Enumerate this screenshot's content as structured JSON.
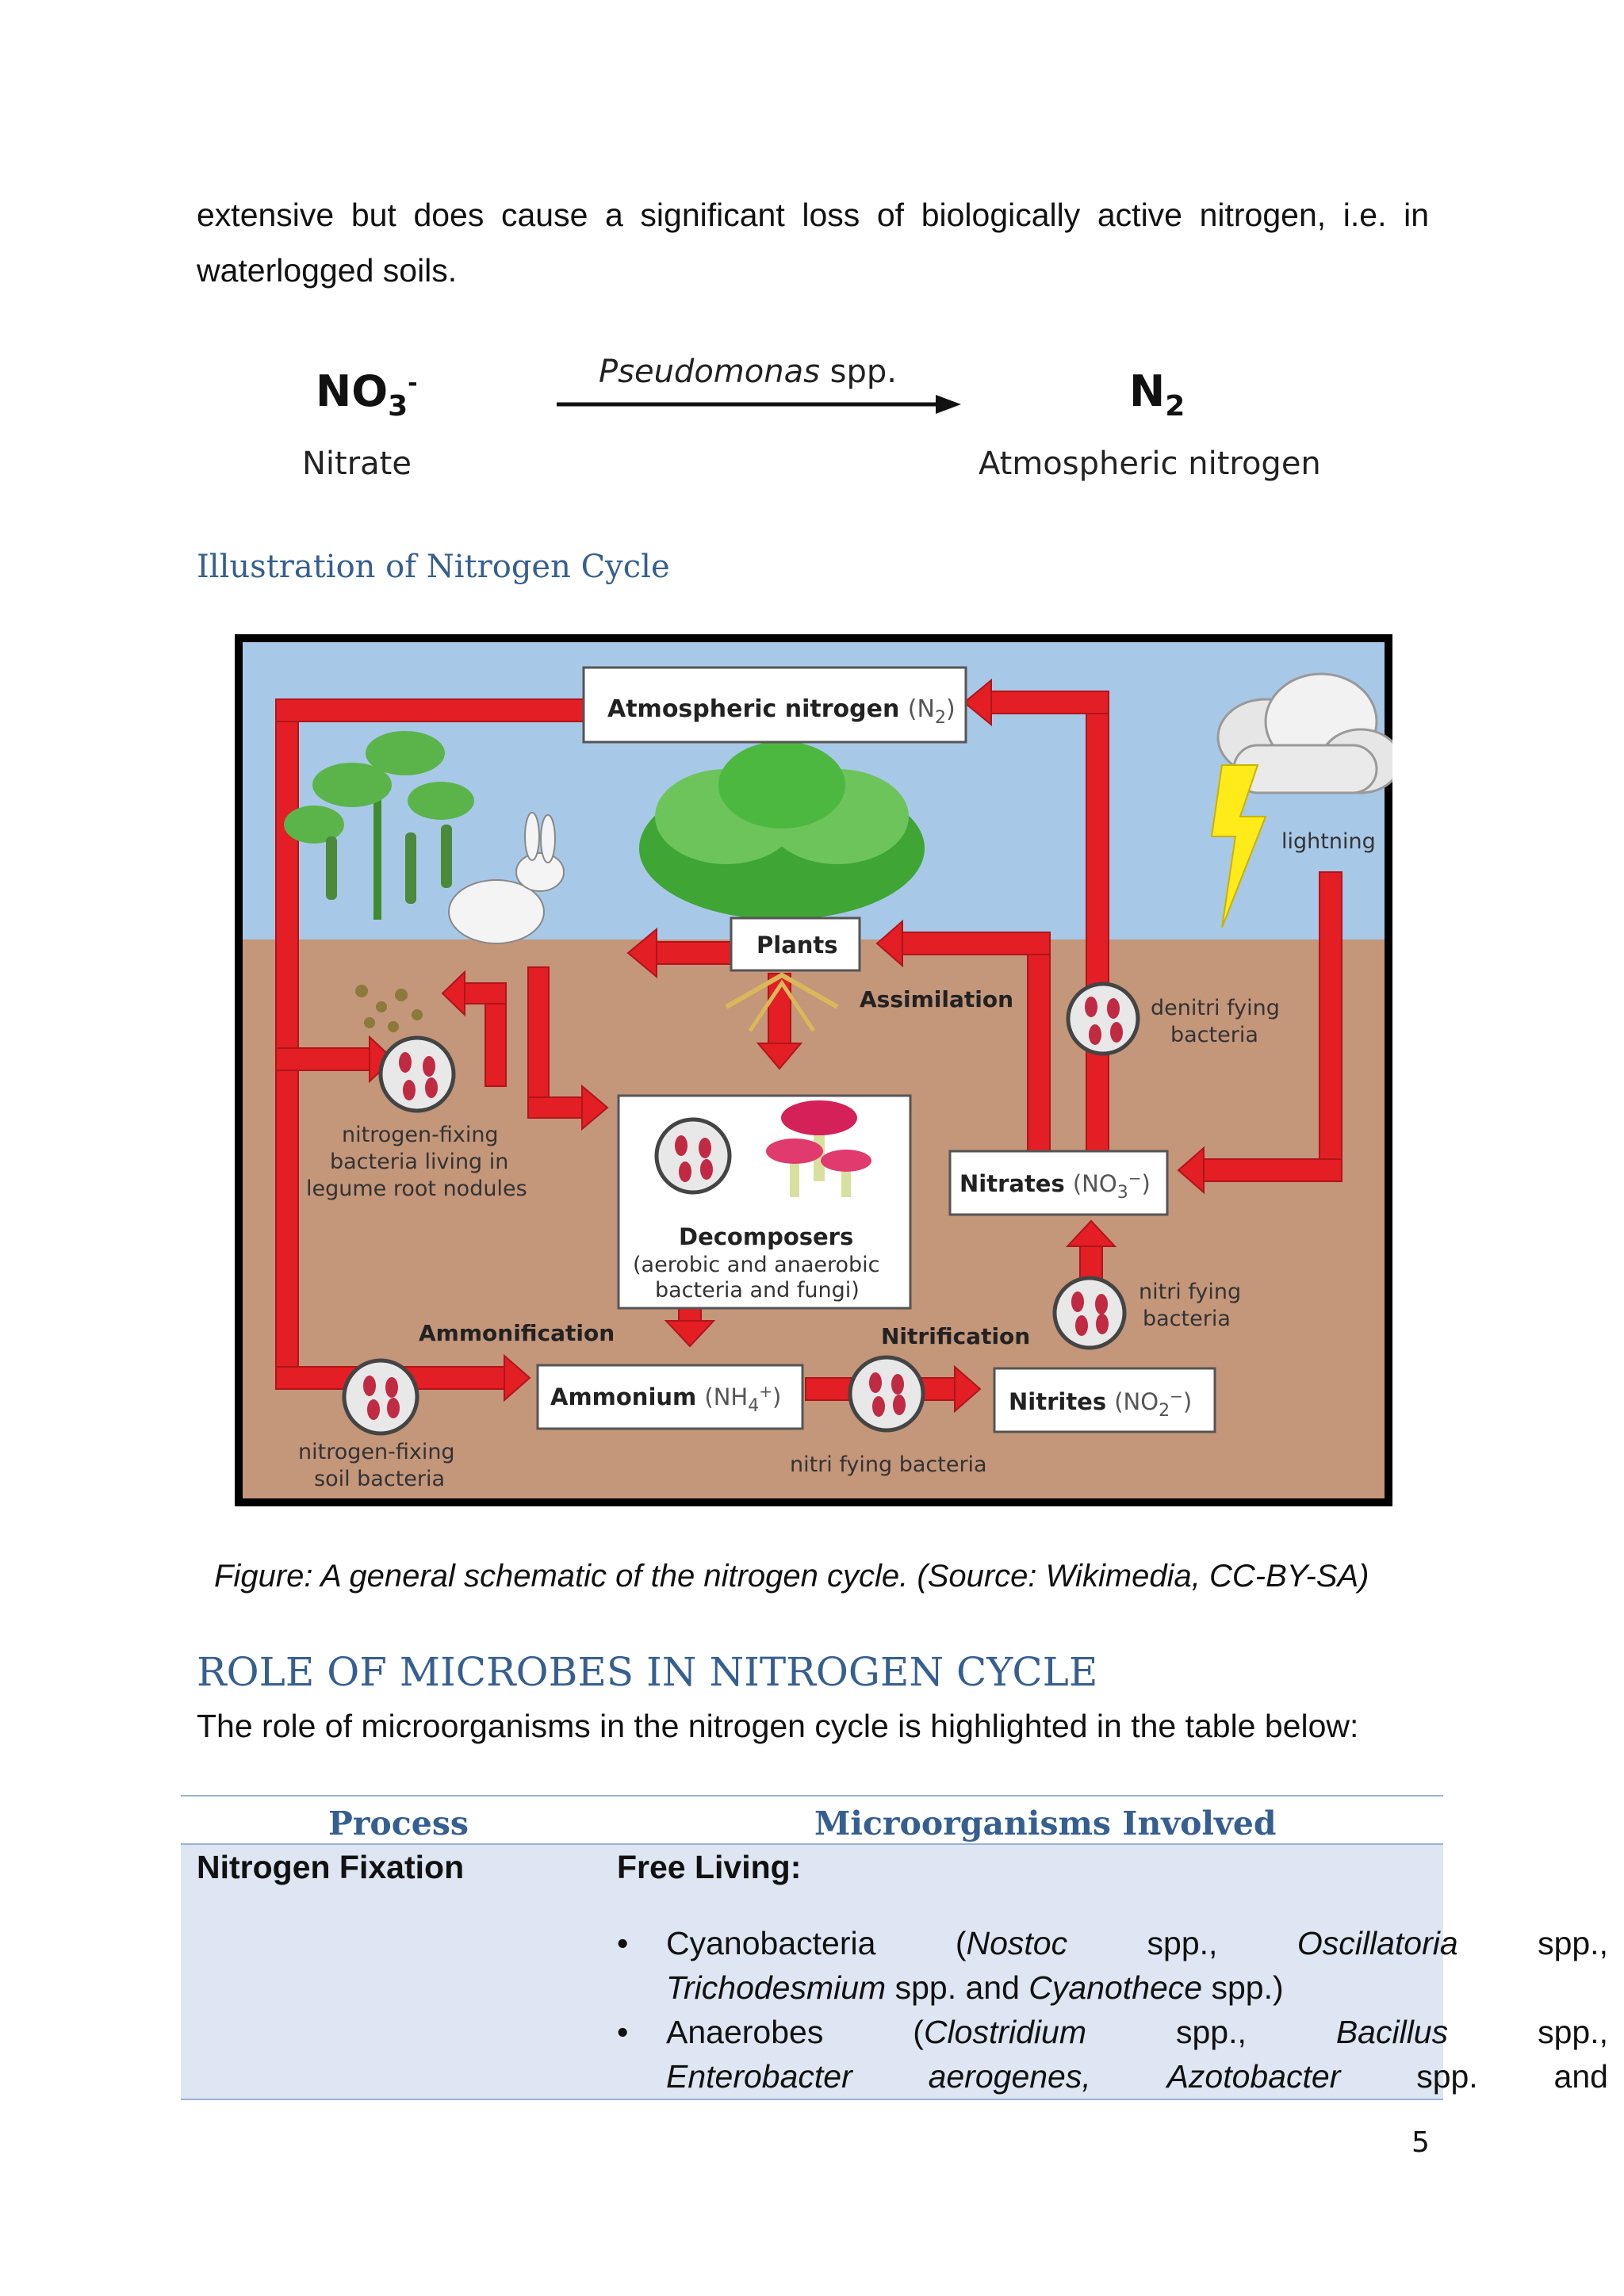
{
  "intro": {
    "line1": "extensive but does cause a significant loss of biologically active nitrogen, i.e. in",
    "line2": "waterlogged soils."
  },
  "reaction": {
    "reactant_base": "NO",
    "reactant_sub": "3",
    "reactant_sup": "-",
    "reactant_name": "Nitrate",
    "organism_genus": "Pseudomonas",
    "organism_suffix": " spp.",
    "product_base": "N",
    "product_sub": "2",
    "product_name": "Atmospheric nitrogen"
  },
  "illustration_heading": "Illustration of Nitrogen Cycle",
  "diagram": {
    "atm_label": "Atmospheric nitrogen",
    "atm_formula": "(N",
    "atm_sub": "2",
    "atm_close": ")",
    "lightning": "lightning",
    "plants": "Plants",
    "assimilation": "Assimilation",
    "denitrifying_1": "denitri fying",
    "denitrifying_2": "bacteria",
    "legume_1": "nitrogen-fixing",
    "legume_2": "bacteria living in",
    "legume_3": "legume root nodules",
    "decomposers": "Decomposers",
    "decomp_2": "(aerobic and anaerobic",
    "decomp_3": "bacteria and fungi)",
    "nitrates": "Nitrates",
    "nitrates_formula": "(NO",
    "nitrates_sub": "3",
    "nitrates_sup": "−",
    "nitrates_close": ")",
    "nitrifying_1": "nitri fying",
    "nitrifying_2": "bacteria",
    "ammonification": "Ammonification",
    "nitrification": "Nitrification",
    "ammonium": "Ammonium",
    "ammonium_formula": "(NH",
    "ammonium_sub": "4",
    "ammonium_sup": "+",
    "ammonium_close": ")",
    "nitrites": "Nitrites",
    "nitrites_formula": "(NO",
    "nitrites_sub": "2",
    "nitrites_sup": "−",
    "nitrites_close": ")",
    "soil_1": "nitrogen-fixing",
    "soil_2": "soil bacteria",
    "nitrifying_bottom": "nitri fying bacteria",
    "colors": {
      "sky": "#a8c8e8",
      "soil": "#c4967a",
      "arrow": "#e31e24",
      "frame": "#000000"
    }
  },
  "figure_caption": "Figure: A general schematic of the nitrogen cycle. (Source: Wikimedia, CC-BY-SA)",
  "section_heading": "ROLE OF MICROBES IN NITROGEN CYCLE",
  "section_intro": "The role of microorganisms in the nitrogen cycle is highlighted in the table below:",
  "table": {
    "headers": [
      "Process",
      "Microorganisms Involved"
    ],
    "row1": {
      "process": "Nitrogen Fixation",
      "subheading": "Free Living:",
      "bullet1_line1": [
        "Cyanobacteria",
        "(Nostoc",
        "spp.,",
        "Oscillatoria",
        "spp.,"
      ],
      "bullet1_line2_italic1": "Trichodesmium",
      "bullet1_line2_mid": " spp. and ",
      "bullet1_line2_italic2": "Cyanothece",
      "bullet1_line2_end": " spp.)",
      "bullet2_line1": [
        "Anaerobes",
        "(Clostridium",
        "spp.,",
        "Bacillus",
        "spp.,"
      ],
      "bullet2_line2": [
        "Enterobacter",
        "aerogenes,",
        "Azotobacter",
        "spp.",
        "and"
      ]
    }
  },
  "page_number": "5"
}
